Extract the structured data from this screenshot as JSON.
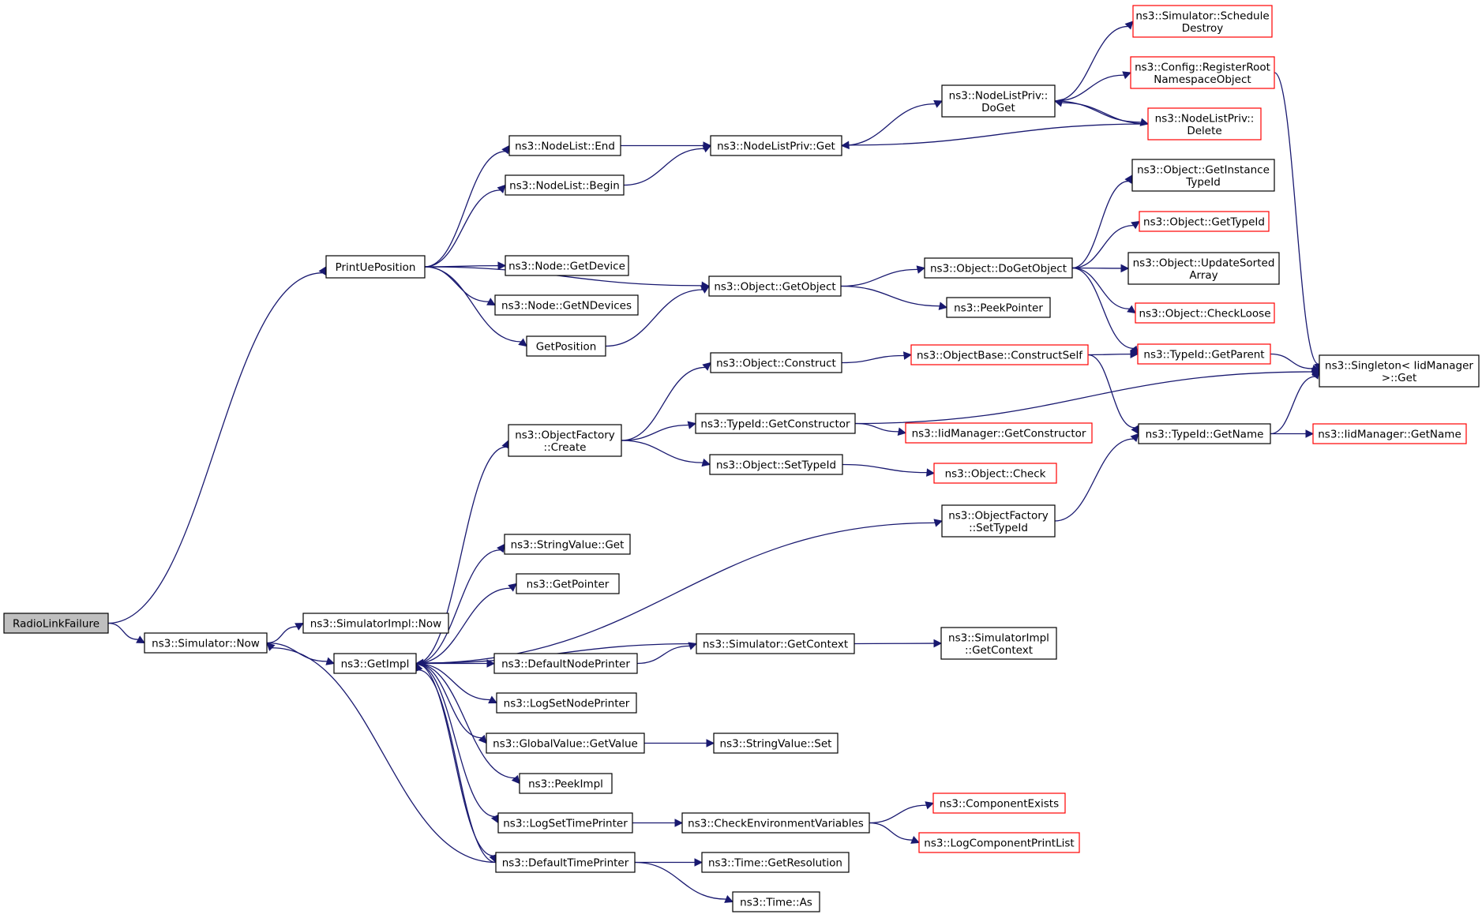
{
  "nodes": [
    {
      "id": "RadioLinkFailure",
      "lines": [
        "RadioLinkFailure"
      ],
      "kind": "root"
    },
    {
      "id": "SimNow",
      "lines": [
        "ns3::Simulator::Now"
      ],
      "kind": "doc"
    },
    {
      "id": "PrintUePosition",
      "lines": [
        "PrintUePosition"
      ],
      "kind": "doc"
    },
    {
      "id": "SimImplNow",
      "lines": [
        "ns3::SimulatorImpl::Now"
      ],
      "kind": "doc"
    },
    {
      "id": "GetImpl",
      "lines": [
        "ns3::GetImpl"
      ],
      "kind": "doc"
    },
    {
      "id": "NodeListEnd",
      "lines": [
        "ns3::NodeList::End"
      ],
      "kind": "doc"
    },
    {
      "id": "NodeListBegin",
      "lines": [
        "ns3::NodeList::Begin"
      ],
      "kind": "doc"
    },
    {
      "id": "NodeGetDevice",
      "lines": [
        "ns3::Node::GetDevice"
      ],
      "kind": "doc"
    },
    {
      "id": "NodeGetNDevices",
      "lines": [
        "ns3::Node::GetNDevices"
      ],
      "kind": "doc"
    },
    {
      "id": "GetPosition",
      "lines": [
        "GetPosition"
      ],
      "kind": "doc"
    },
    {
      "id": "NodeListPrivGet",
      "lines": [
        "ns3::NodeListPriv::Get"
      ],
      "kind": "doc"
    },
    {
      "id": "ObjectGetObject",
      "lines": [
        "ns3::Object::GetObject"
      ],
      "kind": "doc"
    },
    {
      "id": "NodeListPrivDoGet",
      "lines": [
        "ns3::NodeListPriv::",
        "DoGet"
      ],
      "kind": "doc"
    },
    {
      "id": "ObjectDoGetObject",
      "lines": [
        "ns3::Object::DoGetObject"
      ],
      "kind": "doc"
    },
    {
      "id": "PeekPointer",
      "lines": [
        "ns3::PeekPointer"
      ],
      "kind": "doc"
    },
    {
      "id": "SimScheduleDestroy",
      "lines": [
        "ns3::Simulator::Schedule",
        "Destroy"
      ],
      "kind": "ext"
    },
    {
      "id": "ConfigRegisterRoot",
      "lines": [
        "ns3::Config::RegisterRoot",
        "NamespaceObject"
      ],
      "kind": "ext"
    },
    {
      "id": "NodeListPrivDelete",
      "lines": [
        "ns3::NodeListPriv::",
        "Delete"
      ],
      "kind": "ext"
    },
    {
      "id": "ObjGetInstanceTypeId",
      "lines": [
        "ns3::Object::GetInstance",
        "TypeId"
      ],
      "kind": "doc"
    },
    {
      "id": "ObjGetTypeId",
      "lines": [
        "ns3::Object::GetTypeId"
      ],
      "kind": "ext"
    },
    {
      "id": "ObjUpdateSortedArray",
      "lines": [
        "ns3::Object::UpdateSorted",
        "Array"
      ],
      "kind": "doc"
    },
    {
      "id": "ObjCheckLoose",
      "lines": [
        "ns3::Object::CheckLoose"
      ],
      "kind": "ext"
    },
    {
      "id": "TypeIdGetParent",
      "lines": [
        "ns3::TypeId::GetParent"
      ],
      "kind": "ext"
    },
    {
      "id": "SingletonGet",
      "lines": [
        "ns3::Singleton< IidManager",
        "  >::Get"
      ],
      "kind": "doc"
    },
    {
      "id": "ObjectConstruct",
      "lines": [
        "ns3::Object::Construct"
      ],
      "kind": "doc"
    },
    {
      "id": "ObjBaseConstructSelf",
      "lines": [
        "ns3::ObjectBase::ConstructSelf"
      ],
      "kind": "ext"
    },
    {
      "id": "ObjectFactoryCreate",
      "lines": [
        "ns3::ObjectFactory",
        "::Create"
      ],
      "kind": "doc"
    },
    {
      "id": "TypeIdGetConstructor",
      "lines": [
        "ns3::TypeId::GetConstructor"
      ],
      "kind": "doc"
    },
    {
      "id": "IidMgrGetConstructor",
      "lines": [
        "ns3::IidManager::GetConstructor"
      ],
      "kind": "ext"
    },
    {
      "id": "TypeIdGetName",
      "lines": [
        "ns3::TypeId::GetName"
      ],
      "kind": "doc"
    },
    {
      "id": "IidMgrGetName",
      "lines": [
        "ns3::IidManager::GetName"
      ],
      "kind": "ext"
    },
    {
      "id": "ObjectSetTypeId",
      "lines": [
        "ns3::Object::SetTypeId"
      ],
      "kind": "doc"
    },
    {
      "id": "ObjectCheck",
      "lines": [
        "ns3::Object::Check"
      ],
      "kind": "ext"
    },
    {
      "id": "ObjectFactorySetTypeId",
      "lines": [
        "ns3::ObjectFactory",
        "::SetTypeId"
      ],
      "kind": "doc"
    },
    {
      "id": "StringValueGet",
      "lines": [
        "ns3::StringValue::Get"
      ],
      "kind": "doc"
    },
    {
      "id": "GetPointer",
      "lines": [
        "ns3::GetPointer"
      ],
      "kind": "doc"
    },
    {
      "id": "SimGetContext",
      "lines": [
        "ns3::Simulator::GetContext"
      ],
      "kind": "doc"
    },
    {
      "id": "SimImplGetContext",
      "lines": [
        "ns3::SimulatorImpl",
        "::GetContext"
      ],
      "kind": "doc"
    },
    {
      "id": "DefaultNodePrinter",
      "lines": [
        "ns3::DefaultNodePrinter"
      ],
      "kind": "doc"
    },
    {
      "id": "LogSetNodePrinter",
      "lines": [
        "ns3::LogSetNodePrinter"
      ],
      "kind": "doc"
    },
    {
      "id": "GlobalValueGetValue",
      "lines": [
        "ns3::GlobalValue::GetValue"
      ],
      "kind": "doc"
    },
    {
      "id": "StringValueSet",
      "lines": [
        "ns3::StringValue::Set"
      ],
      "kind": "doc"
    },
    {
      "id": "PeekImpl",
      "lines": [
        "ns3::PeekImpl"
      ],
      "kind": "doc"
    },
    {
      "id": "LogSetTimePrinter",
      "lines": [
        "ns3::LogSetTimePrinter"
      ],
      "kind": "doc"
    },
    {
      "id": "CheckEnvVars",
      "lines": [
        "ns3::CheckEnvironmentVariables"
      ],
      "kind": "doc"
    },
    {
      "id": "ComponentExists",
      "lines": [
        "ns3::ComponentExists"
      ],
      "kind": "ext"
    },
    {
      "id": "LogComponentPrintList",
      "lines": [
        "ns3::LogComponentPrintList"
      ],
      "kind": "ext"
    },
    {
      "id": "DefaultTimePrinter",
      "lines": [
        "ns3::DefaultTimePrinter"
      ],
      "kind": "doc"
    },
    {
      "id": "TimeGetResolution",
      "lines": [
        "ns3::Time::GetResolution"
      ],
      "kind": "doc"
    },
    {
      "id": "TimeAs",
      "lines": [
        "ns3::Time::As"
      ],
      "kind": "doc"
    }
  ],
  "edges": [
    [
      "RadioLinkFailure",
      "PrintUePosition"
    ],
    [
      "RadioLinkFailure",
      "SimNow"
    ],
    [
      "SimNow",
      "SimImplNow"
    ],
    [
      "SimNow",
      "GetImpl"
    ],
    [
      "PrintUePosition",
      "NodeListEnd"
    ],
    [
      "PrintUePosition",
      "NodeListBegin"
    ],
    [
      "PrintUePosition",
      "ObjectGetObject"
    ],
    [
      "PrintUePosition",
      "NodeGetDevice"
    ],
    [
      "PrintUePosition",
      "NodeGetNDevices"
    ],
    [
      "PrintUePosition",
      "GetPosition"
    ],
    [
      "NodeListEnd",
      "NodeListPrivGet"
    ],
    [
      "NodeListBegin",
      "NodeListPrivGet"
    ],
    [
      "NodeListPrivGet",
      "NodeListPrivDoGet"
    ],
    [
      "NodeListPrivDoGet",
      "SimScheduleDestroy"
    ],
    [
      "NodeListPrivDoGet",
      "ConfigRegisterRoot"
    ],
    [
      "NodeListPrivDoGet",
      "NodeListPrivDelete"
    ],
    [
      "NodeListPrivDelete",
      "NodeListPrivDoGet"
    ],
    [
      "NodeListPrivDelete",
      "NodeListPrivGet"
    ],
    [
      "ConfigRegisterRoot",
      "SingletonGet"
    ],
    [
      "GetPosition",
      "ObjectGetObject"
    ],
    [
      "ObjectGetObject",
      "ObjectDoGetObject"
    ],
    [
      "ObjectGetObject",
      "PeekPointer"
    ],
    [
      "ObjectDoGetObject",
      "ObjGetInstanceTypeId"
    ],
    [
      "ObjectDoGetObject",
      "ObjGetTypeId"
    ],
    [
      "ObjectDoGetObject",
      "ObjUpdateSortedArray"
    ],
    [
      "ObjectDoGetObject",
      "ObjCheckLoose"
    ],
    [
      "ObjectDoGetObject",
      "TypeIdGetParent"
    ],
    [
      "TypeIdGetParent",
      "SingletonGet"
    ],
    [
      "ObjectConstruct",
      "ObjBaseConstructSelf"
    ],
    [
      "ObjBaseConstructSelf",
      "TypeIdGetParent"
    ],
    [
      "ObjBaseConstructSelf",
      "TypeIdGetName"
    ],
    [
      "TypeIdGetName",
      "SingletonGet"
    ],
    [
      "TypeIdGetName",
      "IidMgrGetName"
    ],
    [
      "GetImpl",
      "ObjectFactoryCreate"
    ],
    [
      "ObjectFactoryCreate",
      "ObjectConstruct"
    ],
    [
      "ObjectFactoryCreate",
      "TypeIdGetConstructor"
    ],
    [
      "ObjectFactoryCreate",
      "ObjectSetTypeId"
    ],
    [
      "TypeIdGetConstructor",
      "SingletonGet"
    ],
    [
      "TypeIdGetConstructor",
      "IidMgrGetConstructor"
    ],
    [
      "ObjectSetTypeId",
      "ObjectCheck"
    ],
    [
      "GetImpl",
      "ObjectFactorySetTypeId"
    ],
    [
      "ObjectFactorySetTypeId",
      "TypeIdGetName"
    ],
    [
      "GetImpl",
      "StringValueGet"
    ],
    [
      "GetImpl",
      "GetPointer"
    ],
    [
      "SimGetContext",
      "GetImpl"
    ],
    [
      "SimGetContext",
      "SimImplGetContext"
    ],
    [
      "GetImpl",
      "DefaultNodePrinter"
    ],
    [
      "DefaultNodePrinter",
      "SimGetContext"
    ],
    [
      "GetImpl",
      "LogSetNodePrinter"
    ],
    [
      "GetImpl",
      "GlobalValueGetValue"
    ],
    [
      "GlobalValueGetValue",
      "StringValueSet"
    ],
    [
      "GetImpl",
      "PeekImpl"
    ],
    [
      "GetImpl",
      "LogSetTimePrinter"
    ],
    [
      "LogSetTimePrinter",
      "CheckEnvVars"
    ],
    [
      "CheckEnvVars",
      "ComponentExists"
    ],
    [
      "CheckEnvVars",
      "LogComponentPrintList"
    ],
    [
      "GetImpl",
      "DefaultTimePrinter"
    ],
    [
      "DefaultTimePrinter",
      "SimNow"
    ],
    [
      "DefaultTimePrinter",
      "TimeGetResolution"
    ],
    [
      "DefaultTimePrinter",
      "TimeAs"
    ],
    [
      "DefaultTimePrinter",
      "GetImpl"
    ]
  ],
  "colors": {
    "edge": "#191970",
    "box_border": "#000000",
    "external_border": "#ff0000",
    "root_fill": "#bfbfbf"
  }
}
